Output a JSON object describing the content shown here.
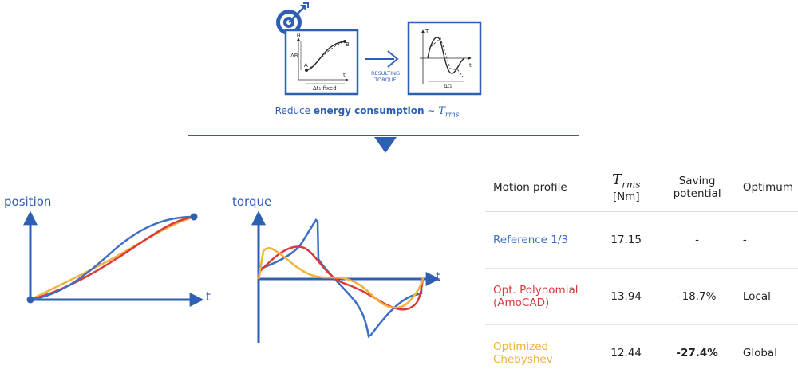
{
  "colors": {
    "accent_blue": "#2f5fb3",
    "reference": "#3d6fc4",
    "polynomial": "#d93a3a",
    "chebyshev": "#f2b13b",
    "text": "#222222"
  },
  "icons": {
    "target": "target-with-arrow-icon",
    "arrow": "right-arrow-icon",
    "down": "triangle-down-icon"
  },
  "top": {
    "left_box": {
      "y_label": "θ",
      "delta_label": "ΔB",
      "point_a": "A",
      "point_b": "B",
      "x_label": "t",
      "interval_label": "Δt₁ fixed"
    },
    "arrow_label_line1": "RESULTING",
    "arrow_label_line2": "TORQUE",
    "right_box": {
      "y_label": "T",
      "x_label": "t",
      "interval_label": "Δt₁"
    },
    "tagline_prefix": "Reduce ",
    "tagline_bold": "energy consumption",
    "tagline_tilde": "∼",
    "tagline_math_T": "T",
    "tagline_math_sub": "rms"
  },
  "position_plot": {
    "ylabel": "position",
    "xlabel": "t"
  },
  "torque_plot": {
    "ylabel": "torque",
    "xlabel": "t"
  },
  "table": {
    "headers": {
      "profile": "Motion profile",
      "trms_T": "T",
      "trms_sub": "rms",
      "trms_unit": "[Nm]",
      "saving_line1": "Saving",
      "saving_line2": "potential",
      "optimum": "Optimum"
    },
    "rows": [
      {
        "profile_line1": "Reference 1/3",
        "profile_line2": "",
        "trms": "17.15",
        "saving": "-",
        "optimum": "-"
      },
      {
        "profile_line1": "Opt. Polynomial",
        "profile_line2": "(AmoCAD)",
        "trms": "13.94",
        "saving": "-18.7%",
        "optimum": "Local"
      },
      {
        "profile_line1": "Optimized",
        "profile_line2": "Chebyshev",
        "trms": "12.44",
        "saving": "-27.4%",
        "optimum": "Global"
      }
    ]
  }
}
